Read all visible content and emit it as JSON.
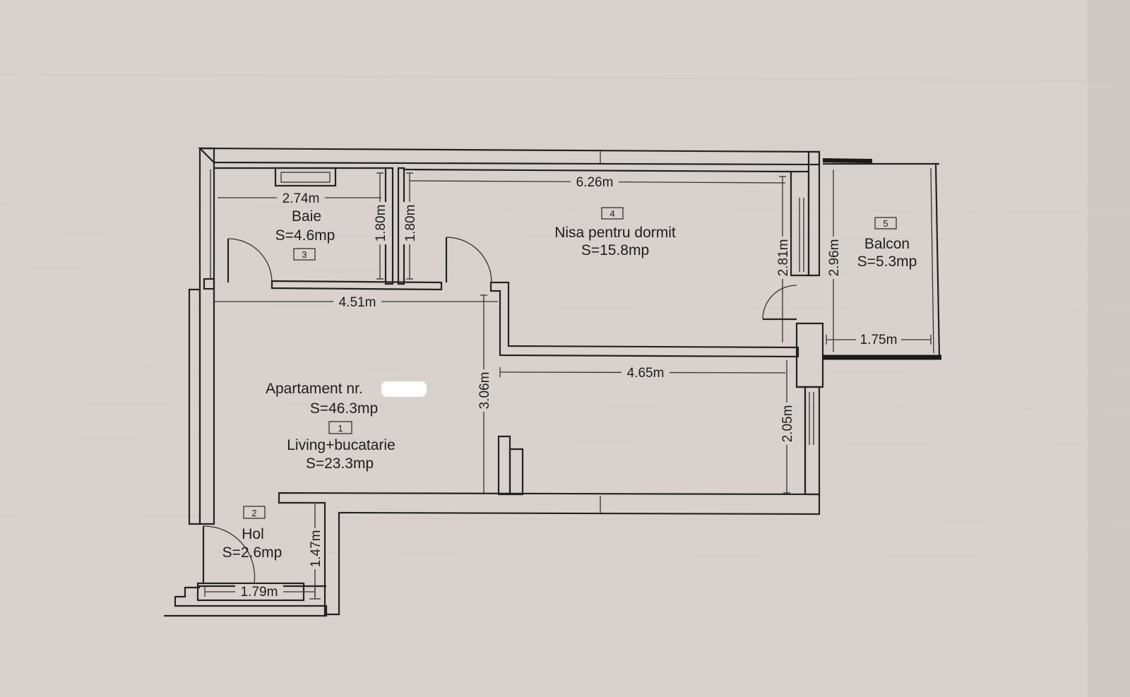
{
  "rooms": {
    "baie": {
      "number": "3",
      "name": "Baie",
      "area": "S=4.6mp"
    },
    "nisa": {
      "number": "4",
      "name": "Nisa pentru dormit",
      "area": "S=15.8mp"
    },
    "balcon": {
      "number": "5",
      "name": "Balcon",
      "area": "S=5.3mp"
    },
    "apartament": {
      "name": "Apartament nr.",
      "area": "S=46.3mp"
    },
    "living": {
      "number": "1",
      "name": "Living+bucatarie",
      "area": "S=23.3mp"
    },
    "hol": {
      "number": "2",
      "name": "Hol",
      "area": "S=2.6mp"
    }
  },
  "dimensions": {
    "baie_width": "2.74m",
    "baie_height": "1.80m",
    "baie_height_2": "1.80m",
    "nisa_width": "6.26m",
    "nisa_height": "2.81m",
    "balcon_height": "2.96m",
    "balcon_width": "1.75m",
    "living_top_width": "4.51m",
    "living_height": "3.06m",
    "living_right_width": "4.65m",
    "living_right_height": "2.05m",
    "hol_height": "1.47m",
    "hol_width": "1.79m"
  },
  "colors": {
    "paper": "#d8d1ce",
    "ink": "#1e1e1e",
    "redaction": "#ffffff"
  }
}
